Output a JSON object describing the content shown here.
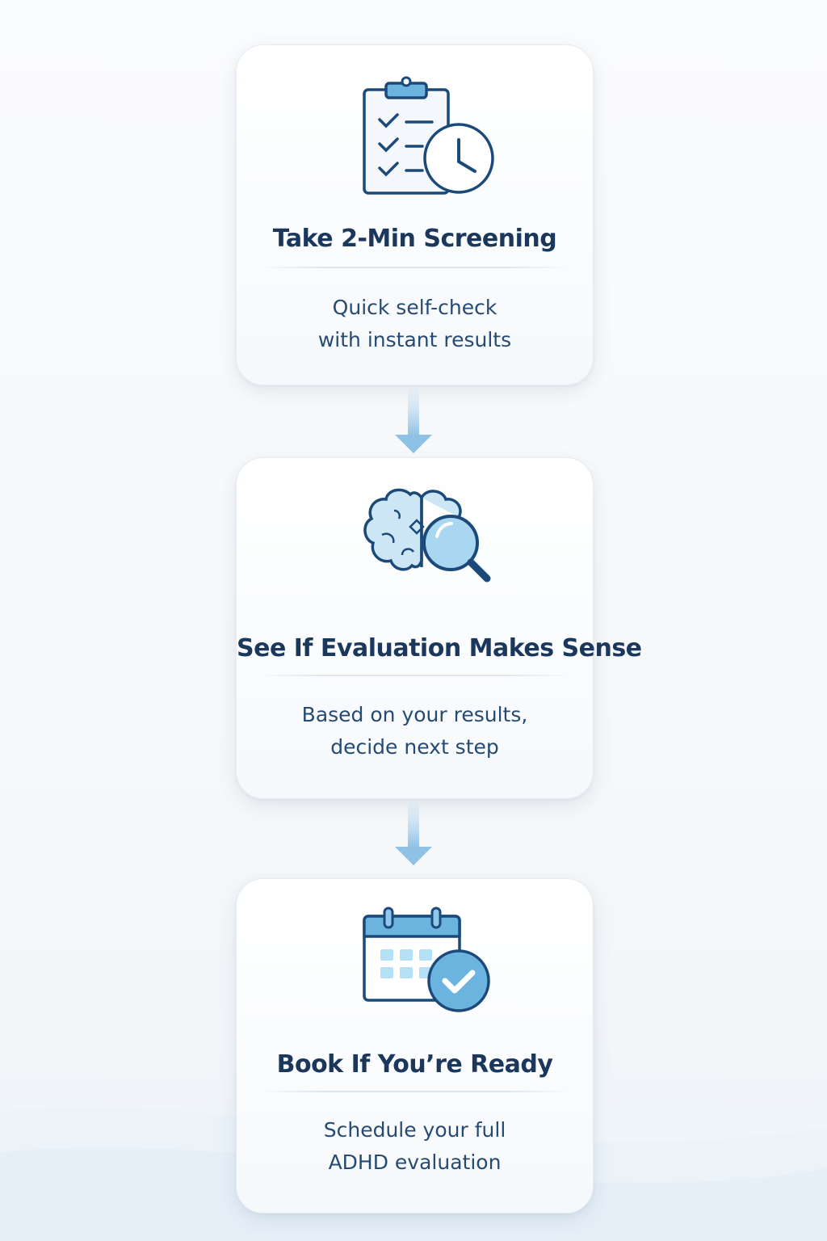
{
  "steps": [
    {
      "title": "Take 2-Min Screening",
      "desc_line1": "Quick self-check",
      "desc_line2": "with instant results",
      "icon": "clipboard-clock-icon"
    },
    {
      "title": "See If Evaluation Makes Sense",
      "desc_line1": "Based on your results,",
      "desc_line2": "decide next step",
      "icon": "brain-magnifier-icon"
    },
    {
      "title": "Book If You’re Ready",
      "desc_line1": "Schedule your full",
      "desc_line2": "ADHD evaluation",
      "icon": "calendar-check-icon"
    }
  ],
  "colors": {
    "primary": "#1b4a7a",
    "accent": "#6cb4e0",
    "title": "#1b375b"
  }
}
